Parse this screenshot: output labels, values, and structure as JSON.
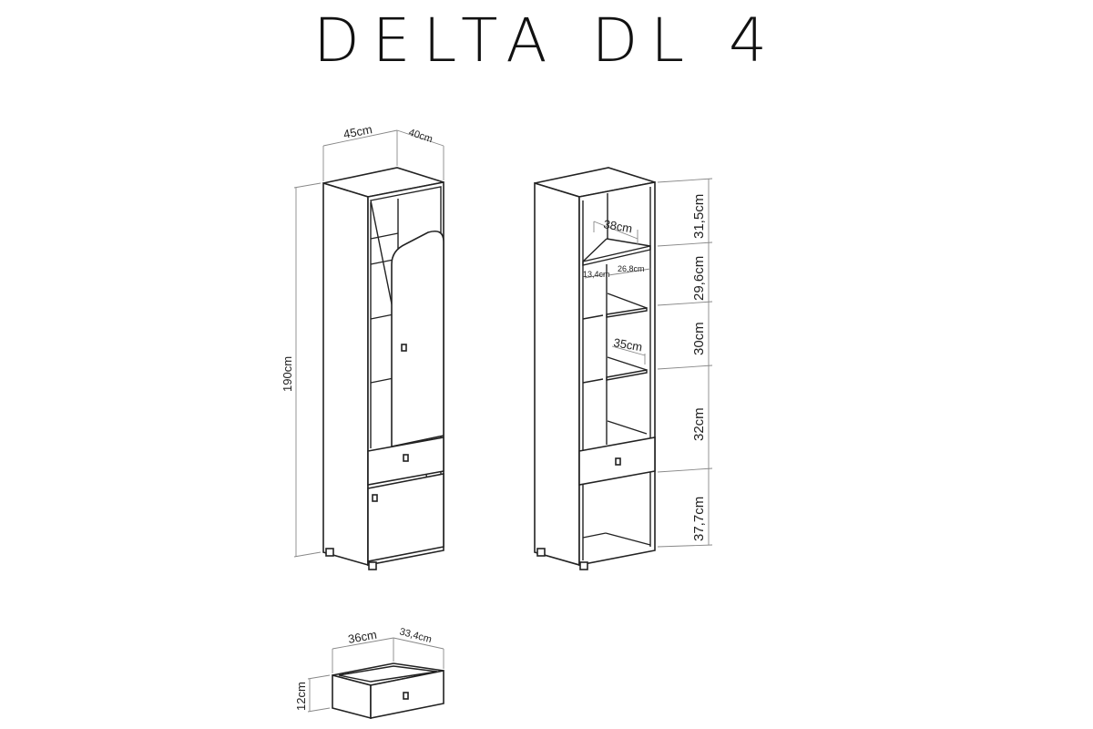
{
  "title": "DELTA DL 4",
  "left_view": {
    "width": "45cm",
    "depth": "40cm",
    "height": "190cm"
  },
  "right_view": {
    "shelf_depth": "38cm",
    "left_compartment": "13,4cm",
    "right_compartment": "26,8cm",
    "inner_shelf_depth": "35cm",
    "heights": [
      "31,5cm",
      "29,6cm",
      "30cm",
      "32cm",
      "37,7cm"
    ]
  },
  "drawer": {
    "width": "36cm",
    "depth": "33,4cm",
    "height": "12cm"
  }
}
